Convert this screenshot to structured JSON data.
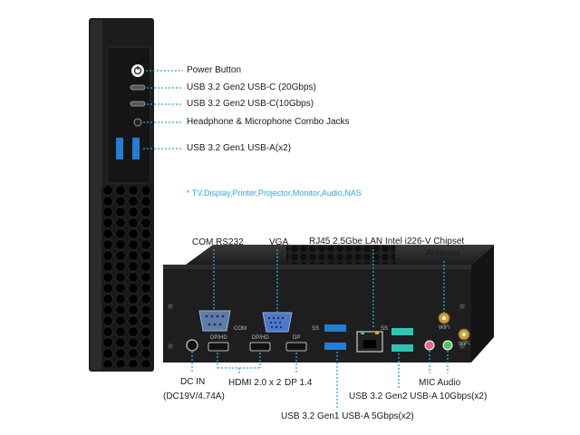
{
  "front_labels": {
    "power_button": "Power Button",
    "usb_c_20": "USB 3.2 Gen2 USB-C (20Gbps)",
    "usb_c_10": "USB 3.2 Gen2 USB-C(10Gbps)",
    "audio_combo": "Headphone & Microphone Combo Jacks",
    "usb_a_front": "USB 3.2 Gen1 USB-A(x2)"
  },
  "note": "* TV,Display,Printer,Projector,Monitor,Audio,NAS",
  "rear_labels": {
    "com": "COM RS232",
    "vga": "VGA",
    "rj45": "RJ45 2.5Gbe LAN Intel i226-V Chipset",
    "antenna": "Antenna",
    "dc_in": "DC IN",
    "dc_spec": "(DC19V/4.74A)",
    "hdmi": "HDMI 2.0 x 2",
    "dp": "DP 1.4",
    "mic_audio": "MIC  Audio",
    "usb_gen2_rear": "USB 3.2 Gen2 USB-A 10Gbps(x2)",
    "usb_gen1_rear": "USB 3.2 Gen1 USB-A 5Gbps(x2)"
  },
  "panel_marks": {
    "com": "COM",
    "dp_hd_1": "DP/HD",
    "dp_hd_2": "DP/HD",
    "dp": "DP",
    "wifi_1": "WiFi",
    "wifi_2": "WiFi",
    "ss_1": "SS",
    "ss_2": "SS"
  },
  "colors": {
    "accent": "#29a8e0",
    "chassis": "#1c1c1c",
    "usb_blue": "#1f7fd4",
    "usb_teal": "#2fc3b5",
    "mic_pink": "#e06a8a",
    "audio_green": "#4cc46a",
    "antenna_gold": "#c9a040"
  }
}
